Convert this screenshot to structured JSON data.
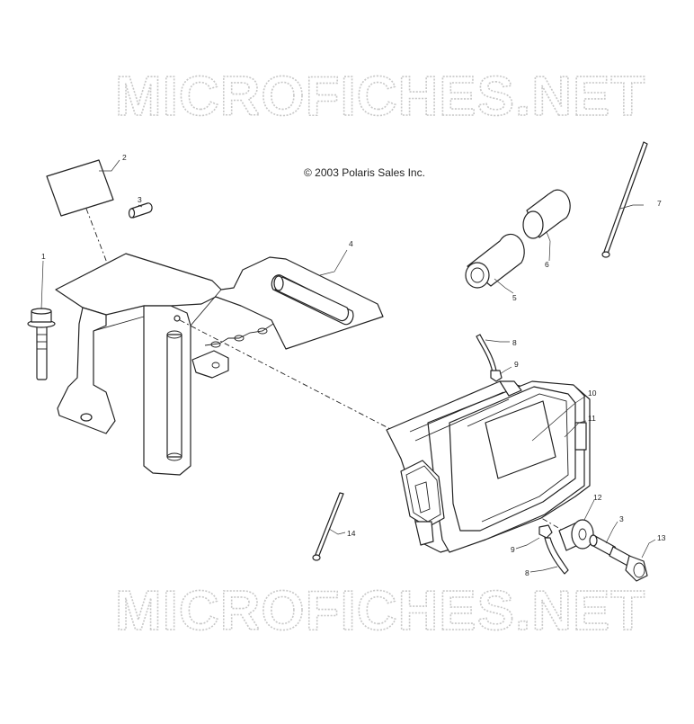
{
  "watermark": {
    "text": "MICROFICHES.NET"
  },
  "copyright": "© 2003 Polaris Sales Inc.",
  "callouts": {
    "c1": "1",
    "c2": "2",
    "c3a": "3",
    "c4": "4",
    "c5": "5",
    "c6": "6",
    "c7": "7",
    "c8a": "8",
    "c9a": "9",
    "c10": "10",
    "c11": "11",
    "c12": "12",
    "c3b": "3",
    "c13": "13",
    "c14": "14",
    "c9b": "9",
    "c8b": "8"
  }
}
